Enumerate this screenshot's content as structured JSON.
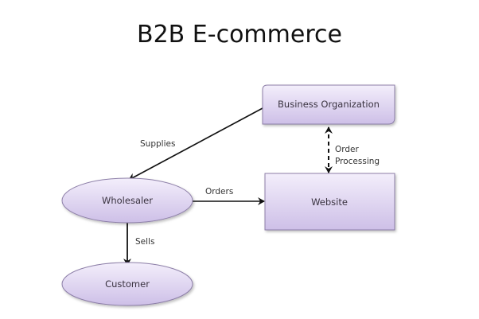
{
  "title": "B2B E-commerce",
  "nodes": {
    "business_org": {
      "label": "Business Organization",
      "shape": "rounded-rectangle"
    },
    "website": {
      "label": "Website",
      "shape": "rectangle"
    },
    "wholesaler": {
      "label": "Wholesaler",
      "shape": "ellipse"
    },
    "customer": {
      "label": "Customer",
      "shape": "ellipse"
    }
  },
  "edges": {
    "supplies": {
      "from": "Business Organization",
      "to": "Wholesaler",
      "label": "Supplies",
      "style": "solid"
    },
    "orders": {
      "from": "Wholesaler",
      "to": "Website",
      "label": "Orders",
      "style": "solid"
    },
    "sells": {
      "from": "Wholesaler",
      "to": "Customer",
      "label": "Sells",
      "style": "solid"
    },
    "order_processing": {
      "from": "Website",
      "to": "Business Organization",
      "label_line1": "Order",
      "label_line2": "Processing",
      "style": "dashed",
      "bidirectional": true
    }
  },
  "colors": {
    "node_fill_top": "#f1ecf9",
    "node_fill_bottom": "#cbbde6",
    "node_stroke": "#8d7fa8",
    "arrow": "#111111"
  }
}
